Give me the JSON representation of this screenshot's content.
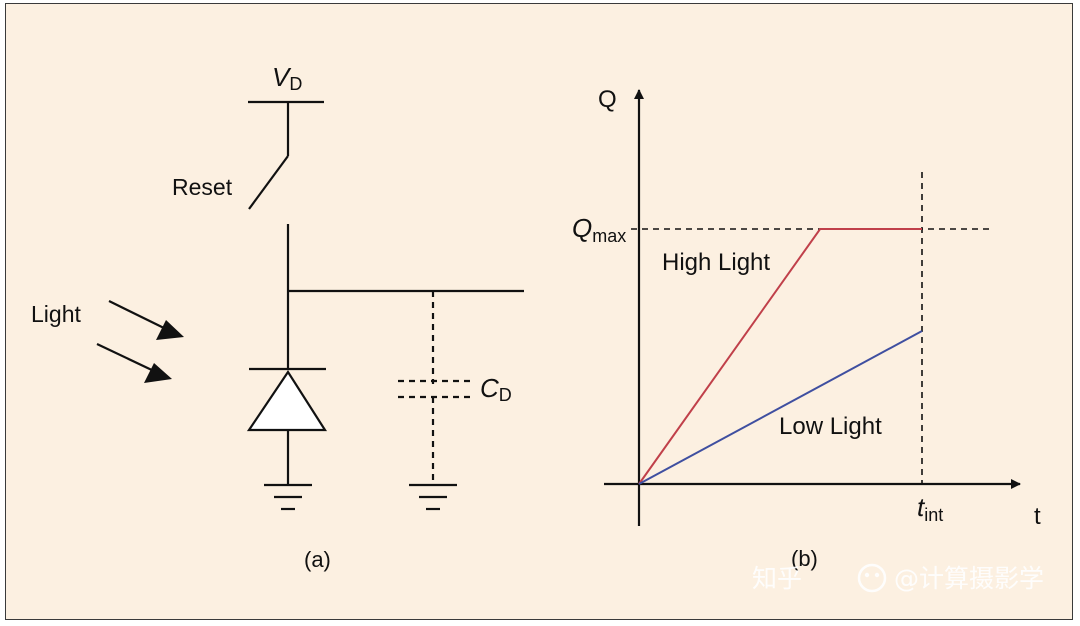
{
  "circuit": {
    "supply_main": "V",
    "supply_sub": "D",
    "reset_label": "Reset",
    "light_label": "Light",
    "cap_main": "C",
    "cap_sub": "D",
    "panel_label": "(a)"
  },
  "chart_data": {
    "type": "line",
    "title": "",
    "ylabel": "Q",
    "xlabel": "t",
    "xticks": [
      {
        "main": "t",
        "sub": "int"
      }
    ],
    "yticks": [
      {
        "main": "Q",
        "sub": "max"
      }
    ],
    "series": [
      {
        "name": "High Light",
        "color": "#c0404a",
        "points": [
          [
            0,
            0
          ],
          [
            0.64,
            1
          ],
          [
            1,
            1
          ]
        ]
      },
      {
        "name": "Low Light",
        "color": "#3f4fa0",
        "points": [
          [
            0,
            0
          ],
          [
            1,
            0.6
          ]
        ]
      }
    ],
    "guides": {
      "horizontal_at": "Q_max",
      "vertical_at": "t_int",
      "style": "dashed"
    },
    "panel_label": "(b)"
  },
  "watermark": {
    "site": "知乎",
    "handle": "@计算摄影学"
  }
}
